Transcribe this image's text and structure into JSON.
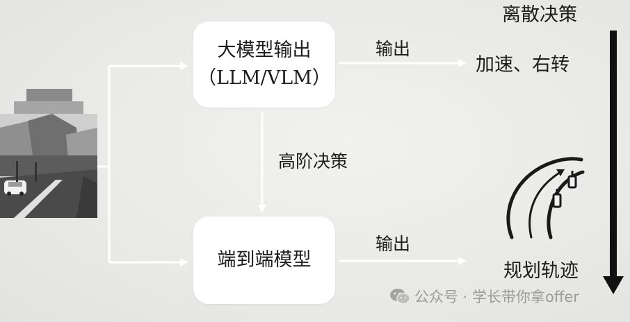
{
  "top_right_label": "离散决策",
  "box_llm": {
    "line1": "大模型输出",
    "line2": "（LLM/VLM）"
  },
  "box_e2e": {
    "label": "端到端模型"
  },
  "edge_top_output": "输出",
  "edge_bottom_output": "输出",
  "edge_high_level": "高阶决策",
  "result_top": "加速、右转",
  "result_bottom": "规划轨迹",
  "watermark": {
    "icon": "wechat-icon",
    "text": "公众号 · 学长带你拿offer"
  },
  "colors": {
    "background": "#ececea",
    "box": "#ffffff",
    "arrow": "#ffffff",
    "text": "#1d1d1d",
    "axis_arrow": "#111111",
    "watermark": "#9b9b9b"
  }
}
